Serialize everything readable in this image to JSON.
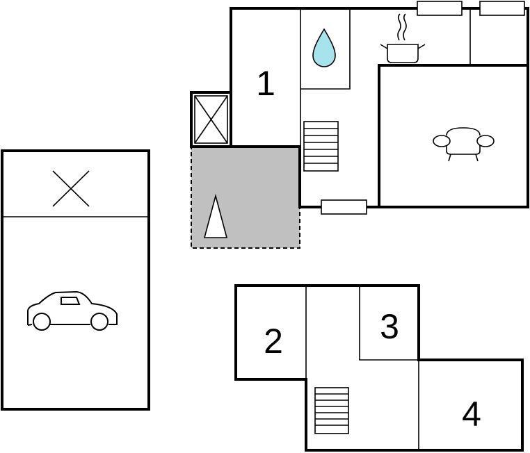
{
  "rooms": {
    "room_1": "1",
    "room_2": "2",
    "room_3": "3",
    "room_4": "4"
  },
  "colors": {
    "terrace_fill": "#c0c0c0",
    "water_fill": "#a6e3ec",
    "walls": "#000000"
  },
  "icons": [
    "car-icon",
    "water-drop-icon",
    "cooking-pot-icon",
    "armchair-icon",
    "stairs-icon",
    "storage-cross-icon",
    "terrace-triangle-icon"
  ]
}
